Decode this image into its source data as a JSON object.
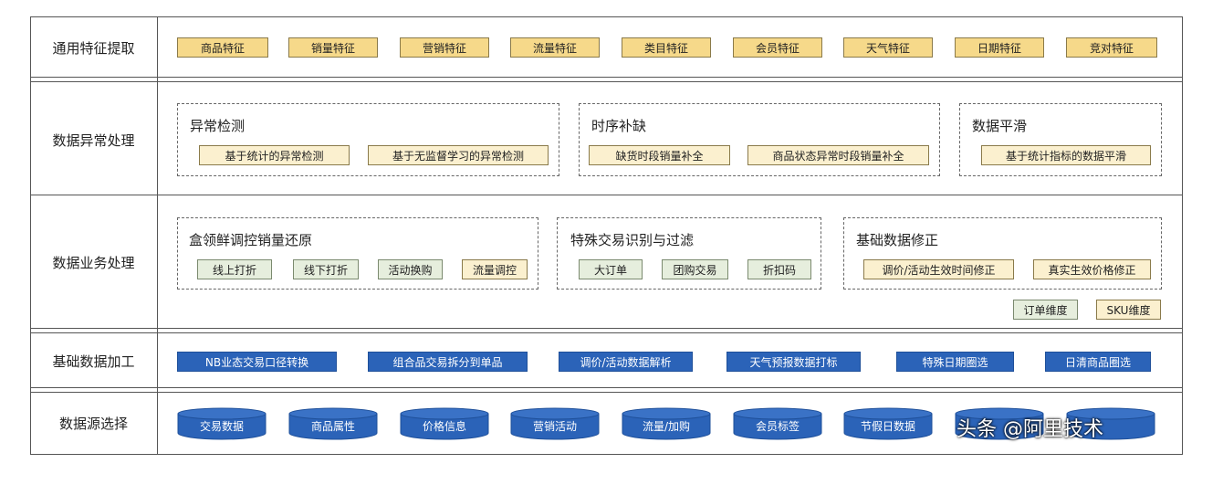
{
  "rows": {
    "features": "通用特征提取",
    "anomaly": "数据异常处理",
    "business": "数据业务处理",
    "processing": "基础数据加工",
    "source": "数据源选择"
  },
  "features": [
    "商品特征",
    "销量特征",
    "营销特征",
    "流量特征",
    "类目特征",
    "会员特征",
    "天气特征",
    "日期特征",
    "竞对特征"
  ],
  "anomaly": {
    "detect": {
      "title": "异常检测",
      "items": [
        "基于统计的异常检测",
        "基于无监督学习的异常检测"
      ]
    },
    "fill": {
      "title": "时序补缺",
      "items": [
        "缺货时段销量补全",
        "商品状态异常时段销量补全"
      ]
    },
    "smooth": {
      "title": "数据平滑",
      "items": [
        "基于统计指标的数据平滑"
      ]
    }
  },
  "business": {
    "restore": {
      "title": "盒领鲜调控销量还原",
      "items": [
        "线上打折",
        "线下打折",
        "活动换购",
        "流量调控"
      ]
    },
    "special": {
      "title": "特殊交易识别与过滤",
      "items": [
        "大订单",
        "团购交易",
        "折扣码"
      ]
    },
    "fix": {
      "title": "基础数据修正",
      "items": [
        "调价/活动生效时间修正",
        "真实生效价格修正"
      ]
    },
    "dims": [
      "订单维度",
      "SKU维度"
    ]
  },
  "processing": [
    "NB业态交易口径转换",
    "组合品交易拆分到单品",
    "调价/活动数据解析",
    "天气预报数据打标",
    "特殊日期圈选",
    "日清商品圈选"
  ],
  "sources": [
    "交易数据",
    "商品属性",
    "价格信息",
    "营销活动",
    "流量/加购",
    "会员标签",
    "节假日数据",
    "",
    ""
  ],
  "colors": {
    "yellow": "#f6d98a",
    "cream": "#fbf0cf",
    "green": "#e6eedd",
    "blue": "#2b63b8"
  },
  "watermark": "头条 @阿里技术"
}
